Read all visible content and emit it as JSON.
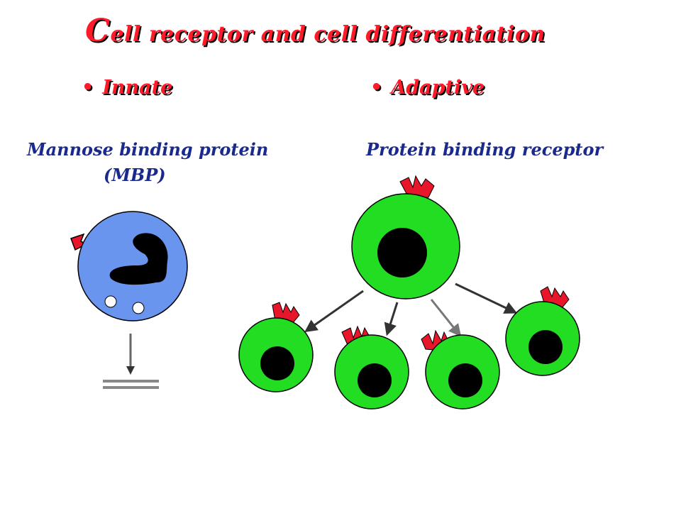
{
  "title": {
    "first_letter": "C",
    "rest": "ell receptor and cell differentiation"
  },
  "bullets": {
    "innate": "Innate",
    "adaptive": "Adaptive"
  },
  "labels": {
    "mbp_line1": "Mannose binding protein",
    "mbp_line2": "(MBP)",
    "protein_receptor": "Protein binding receptor"
  },
  "colors": {
    "title": "#ff1a2a",
    "label": "#1a2a8c",
    "innate_cell": "#6a95ee",
    "adaptive_cell": "#22dd22",
    "receptor": "#e8162a",
    "nucleus": "#000000"
  }
}
